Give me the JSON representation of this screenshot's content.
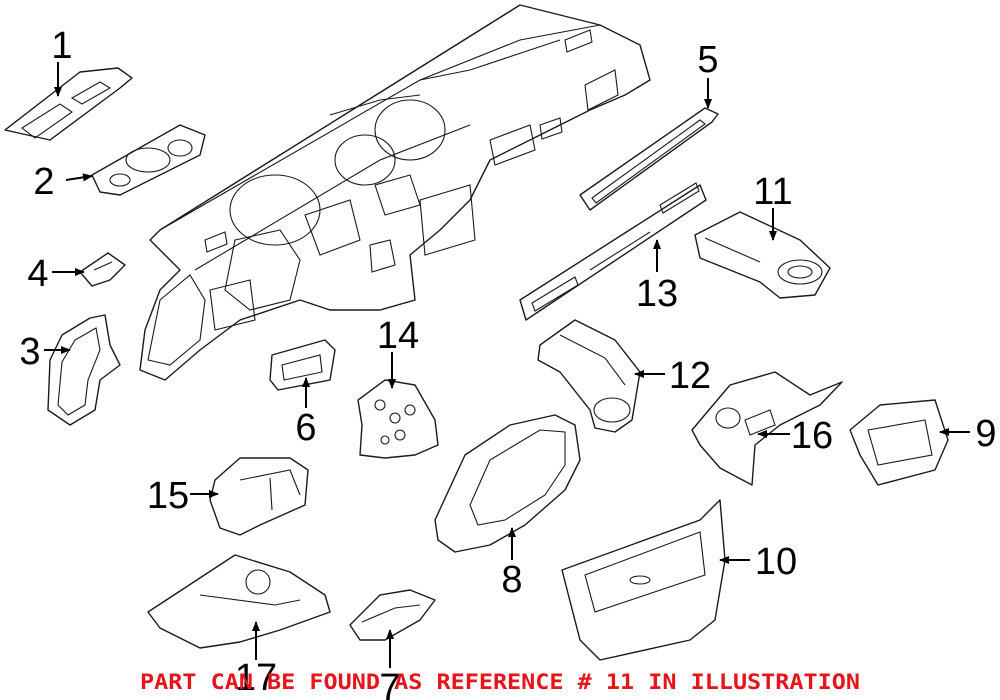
{
  "diagram": {
    "callouts": [
      "1",
      "2",
      "3",
      "4",
      "5",
      "6",
      "7",
      "8",
      "9",
      "10",
      "11",
      "12",
      "13",
      "14",
      "15",
      "16",
      "17"
    ],
    "footer_note": "PART CAN BE FOUND AS REFERENCE # 11 IN ILLUSTRATION",
    "footer_color": "#e8141b",
    "line_color": "#1a1a1a"
  }
}
